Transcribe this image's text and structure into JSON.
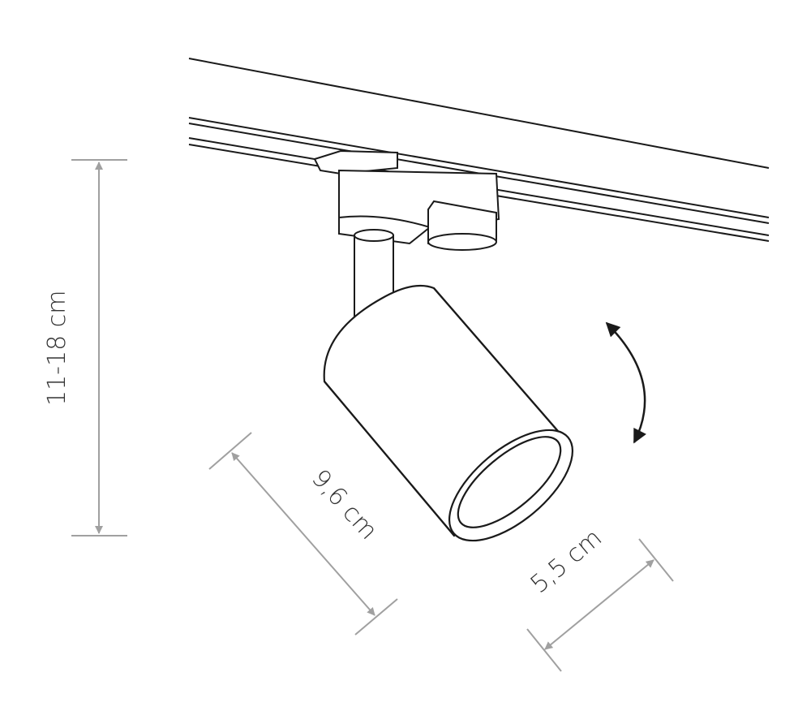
{
  "dimensions": {
    "height": "11-18 cm",
    "length": "9,6 cm",
    "diameter": "5,5 cm"
  },
  "colors": {
    "outline": "#1a1a1a",
    "dimension": "#a0a0a0",
    "rotate_arrow": "#1a1a1a"
  }
}
